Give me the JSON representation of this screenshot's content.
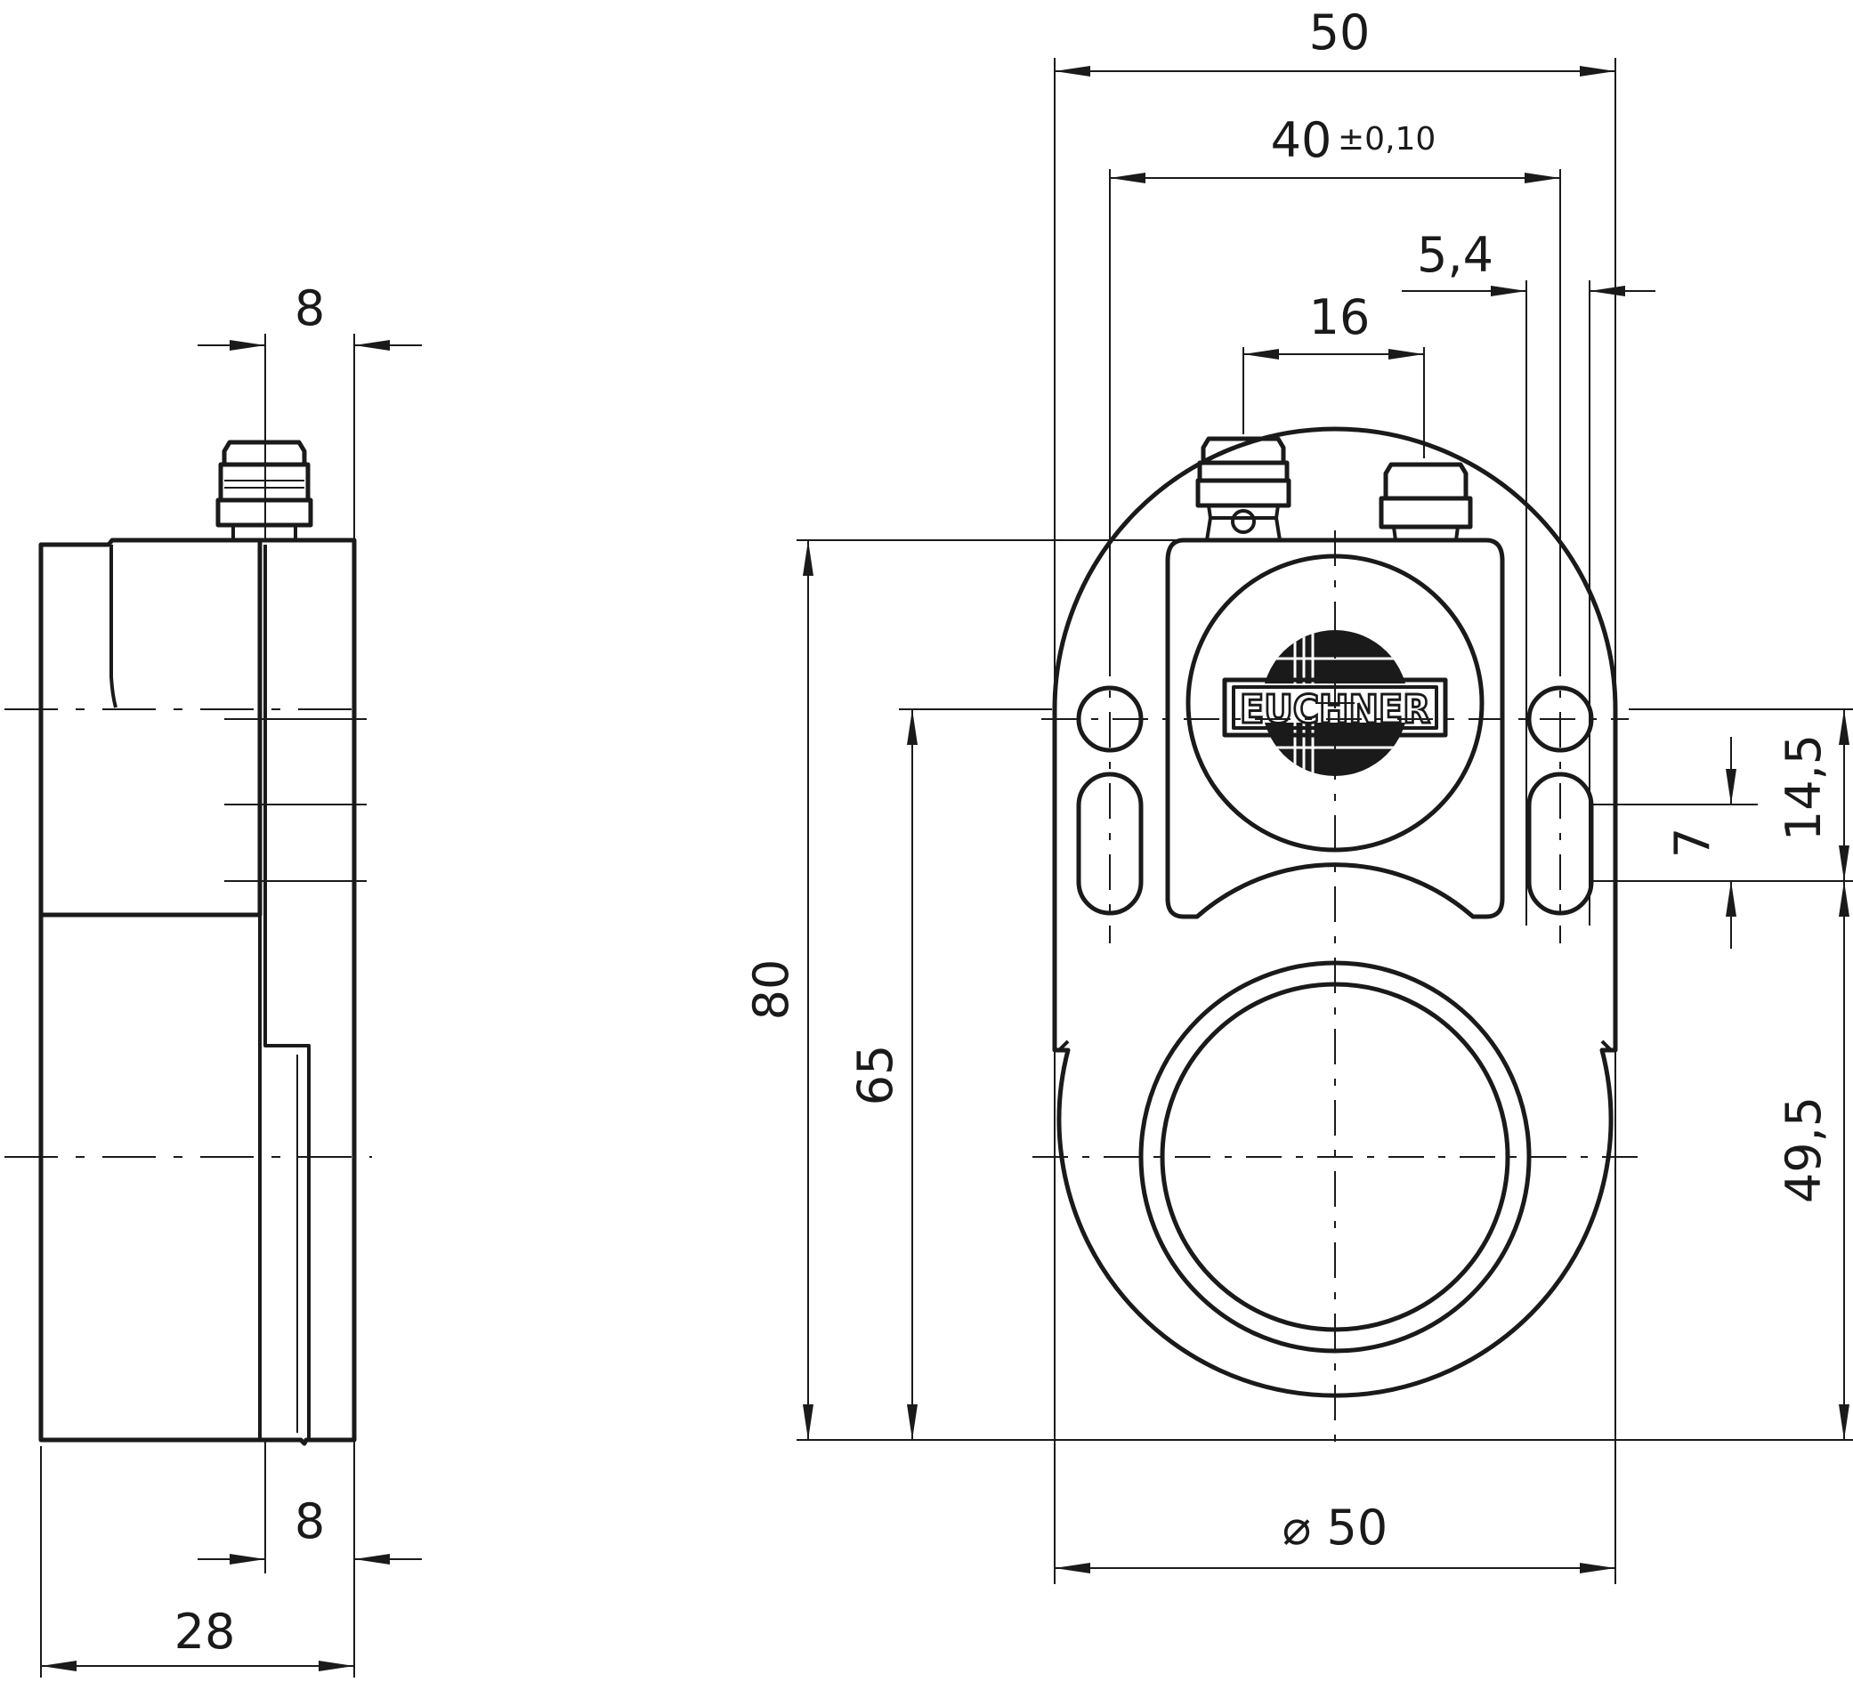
{
  "drawing": {
    "side_view": {
      "dim_top_8": "8",
      "dim_bottom_8": "8",
      "dim_28": "28"
    },
    "front_view": {
      "dim_50_top": "50",
      "dim_40": "40",
      "dim_40_tolerance": "±0,10",
      "dim_5_4": "5,4",
      "dim_16": "16",
      "dim_80": "80",
      "dim_65": "65",
      "dim_7": "7",
      "dim_14_5": "14,5",
      "dim_49_5": "49,5",
      "dim_diameter_50": "⌀ 50",
      "logo_text": "EUCHNER"
    }
  }
}
